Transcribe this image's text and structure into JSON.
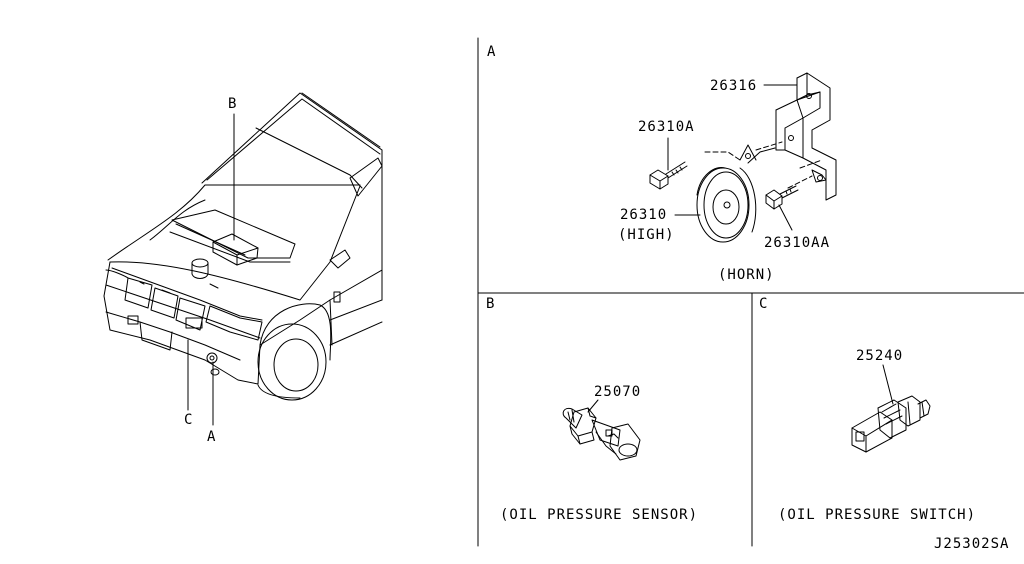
{
  "vehicle": {
    "callout_b": "B",
    "callout_c": "C",
    "callout_a": "A"
  },
  "panel_a": {
    "letter": "A",
    "parts": {
      "bracket": "26316",
      "bolt_left": "26310A",
      "horn_high": "26310",
      "horn_high_note": "(HIGH)",
      "bolt_right": "26310AA"
    },
    "caption": "(HORN)"
  },
  "panel_b": {
    "letter": "B",
    "part": "25070",
    "caption": "(OIL PRESSURE SENSOR)"
  },
  "panel_c": {
    "letter": "C",
    "part": "25240",
    "caption": "(OIL PRESSURE SWITCH)"
  },
  "drawing_code": "J25302SA"
}
